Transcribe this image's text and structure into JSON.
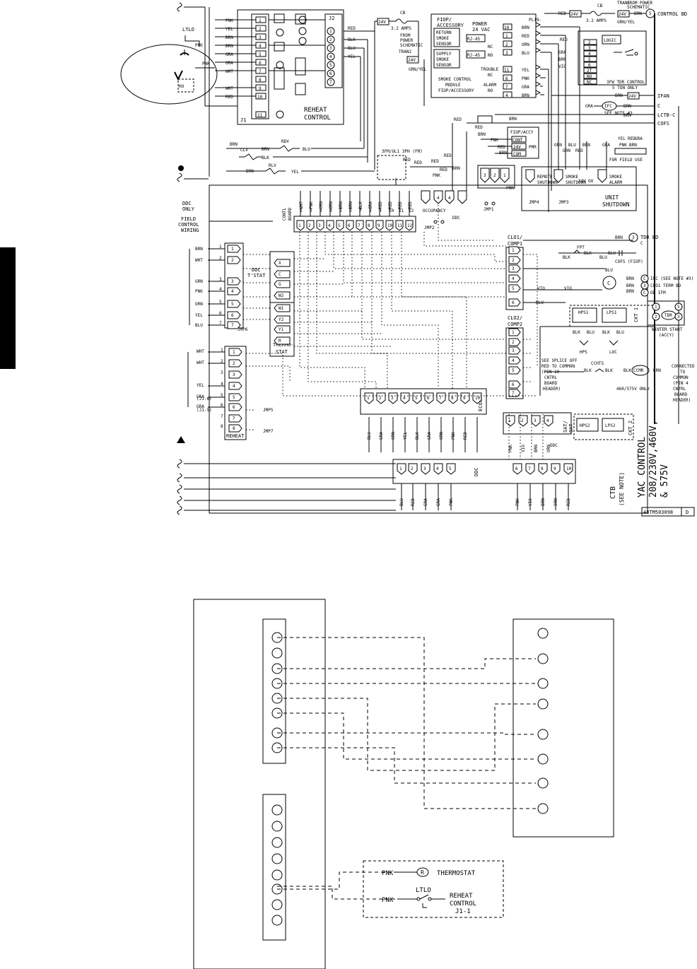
{
  "top_diagram": {
    "labels": {
      "ltlo": "LTLO",
      "pnk": "PNK",
      "reheat_control": [
        "REHEAT",
        "CONTROL"
      ],
      "j1": "J1",
      "j2": "J2",
      "cb_left": "CB",
      "amps_left": "3.2 AMPS",
      "from_power_left": [
        "FROM",
        "POWER",
        "SCHEMATIC"
      ],
      "tran2": "TRAN2",
      "fiop_accessory": [
        "FIOP/",
        "ACCESSORY"
      ],
      "return_smoke": [
        "RETURN",
        "SMOKE",
        "SENSOR"
      ],
      "supply_smoke": [
        "SUPPLY",
        "SMOKE",
        "SENSOR"
      ],
      "rj45": "RJ-45",
      "power_24vac": [
        "POWER",
        "24 VAC"
      ],
      "smoke_module": [
        "SMOKE CONTROL",
        "MODULE",
        "FIOP/ACCESSORY"
      ],
      "trouble": "TROUBLE",
      "alarm": "ALARM",
      "pl19": "PL19-",
      "cb_right": "CB",
      "amps_right": "3.2 AMPS",
      "tran1": "TRAN1",
      "from_power_right": [
        "FROM POWER",
        "SCHEMATIC"
      ],
      "control_bd": "CONTROL BD",
      "logic": "LOGIC",
      "tdr_note": [
        "3FW TDR CONTROL",
        "5 TON ONLY"
      ],
      "ifan": "IFAN",
      "ifc": "IFC",
      "see_note3": "SEE NOTE #3",
      "lctb_c": "LCTB-C",
      "cofs": "COFS",
      "clv": "CLV",
      "rdv": "RDV",
      "rlv": "RLV",
      "fiop_accy_pmr": [
        "FIOP/ACCY",
        "PMR"
      ],
      "cont": "CONT",
      "com": "COM",
      "pmr": "PMR",
      "three_fm": "3FM/OL1 3PH (FM)",
      "for_field_use": "FOR FIELD USE",
      "remote_shutdown": [
        "REMOTE",
        "SHUTDOWN"
      ],
      "smoke_shutdown": [
        "SMOKE",
        "SHUTDOWN"
      ],
      "smoke_alarm": [
        "SMOKE",
        "ALARM"
      ],
      "unit_shutdown": [
        "UNIT",
        "SHUTDOWN"
      ],
      "jmp4": "JMP4",
      "jmp3": "JMP3",
      "jmp1": "JMP1",
      "jmp2": "JMP2",
      "occupancy": "OCCUPANCY",
      "ddc": "DDC",
      "ddc_only": [
        "DDC",
        "ONLY"
      ],
      "field_control_wiring": [
        "FIELD",
        "CONTROL",
        "WIRING"
      ],
      "contl_board": [
        "CONTL",
        "BOARD"
      ],
      "ddc_tstat": [
        "DDC",
        "T'STAT"
      ],
      "thermostat_block": [
        "THERMO-",
        "STAT"
      ],
      "jmp6": "JMP6",
      "jmp5": "JMP5",
      "jmp7": "JMP7",
      "reheat": "REHEAT",
      "clo1_comp1": [
        "CLO1/",
        "COMP1"
      ],
      "clo2_comp2": [
        "CLO2/",
        "COMP2"
      ],
      "fpt": "FPT",
      "cofs_fiop": "COFS (FIOP)",
      "ifc_note": "IFC (SEE NOTE #3)",
      "clo1_term": "CLO1 TERM BD",
      "od_ifm": "OD IFM",
      "tdr_bd": "TDR BD",
      "hps1": "HPS1",
      "lps1": "LPS1",
      "ckt1": "CKT 1",
      "hps": "HPS",
      "loc": "LOC",
      "tdr": "TDR",
      "winter_start": [
        "WINTER START",
        "(ACCY)"
      ],
      "splice_note": [
        "SEE SPLICE OFF",
        "RED TO COMMON",
        "(PIN 10",
        "CNTRL",
        "BOARD",
        "HEADER)"
      ],
      "ccht": "CCHTS",
      "ccmr": "CCMR",
      "only_460": "460/575V ONLY",
      "connected_common": [
        "CONNECTED",
        "TO",
        "COMMON",
        "(PIN 4",
        "CNTRL",
        "BOARD",
        "HEADER)"
      ],
      "econ": "ECON",
      "sat_oat": [
        "SAT/",
        "OAT"
      ],
      "hps2": "HPS2",
      "lps2": "LPS2",
      "ckt2": "CKT 2",
      "ctb": [
        "CTB",
        "(SEE NOTE)"
      ],
      "yac_control": [
        "YAC CONTROL",
        "208/230V,460V,",
        "& 575V"
      ],
      "part_no": "48TM503098",
      "rev": "D",
      "h": "h",
      "c": "C"
    },
    "wire_colors": {
      "j1_left": [
        "PNK",
        "YEL",
        "BRN",
        "BRN",
        "GRA",
        "GRA",
        "WHT",
        "WHT",
        "",
        "RED"
      ],
      "j2_right": [
        "RED",
        "",
        "BLK",
        "BLU",
        "YEL"
      ],
      "contl_board_top": [
        "WHT",
        "PNK",
        "ORN",
        "GRN",
        "BRN",
        "BRN",
        "BLK",
        "GRA",
        "RED",
        "RED",
        "RED",
        "RED"
      ],
      "ddc_tstat_left": [
        "BRN",
        "WHT",
        "GRN",
        "PNK",
        "ORN",
        "YEL",
        "BLU"
      ],
      "thermostat_terms": [
        "X",
        "C",
        "G",
        "W2",
        "W1",
        "Y2",
        "Y1",
        "R"
      ],
      "reheat_left": [
        "WHT",
        "WHT",
        "",
        "YEL",
        "GRA",
        "GRA"
      ],
      "reheat_sub": [
        "(J1-6)",
        "(J1-5)"
      ],
      "econ_bottom": [
        "BLU",
        "GRA",
        "ORN",
        "YEL",
        "BLK",
        "GRA",
        "ORN",
        "PNK",
        "RED"
      ],
      "sat_bottom": [
        "PNK",
        "VIO",
        "BRN",
        "ORN"
      ],
      "ddc_bottom": [
        "BLU",
        "RED",
        "GRA",
        "GRA",
        "PNK",
        "PNK",
        "VIO",
        "BRN",
        "ORN",
        "RED"
      ],
      "pl19_right": [
        "BRN",
        "RED",
        "ORN",
        "BLU",
        "YEL",
        "PNK",
        "GRA",
        "BRN"
      ],
      "pl19_pins": [
        "10",
        "1",
        "2",
        "3",
        "11",
        "6",
        "7",
        "4"
      ],
      "logic_left": [
        "RED",
        "GRA",
        "BRN",
        "VIO"
      ],
      "logic_terms": [
        "2",
        "3",
        "4",
        "5",
        "6",
        "2T",
        "NO",
        "NC"
      ],
      "field_use": [
        "YEL",
        "RED",
        "GRA",
        "PNK",
        "BRN"
      ],
      "ifan_right": [
        "BRN",
        "BRN",
        "BRN"
      ],
      "misc": [
        "RED",
        "BLK",
        "BLU",
        "VIO",
        "GRN/YEL",
        "24V"
      ]
    },
    "bottom_numbers": [
      "1",
      "2",
      "3",
      "4",
      "5",
      "6",
      "7",
      "8",
      "9",
      "10",
      "11",
      "12"
    ]
  },
  "bottom_diagram": {
    "thermostat": "THERMOSTAT",
    "ltlo": "LTLO",
    "reheat_control": [
      "REHEAT",
      "CONTROL",
      "J1-1"
    ],
    "pnk": "PNK",
    "r": "R"
  }
}
